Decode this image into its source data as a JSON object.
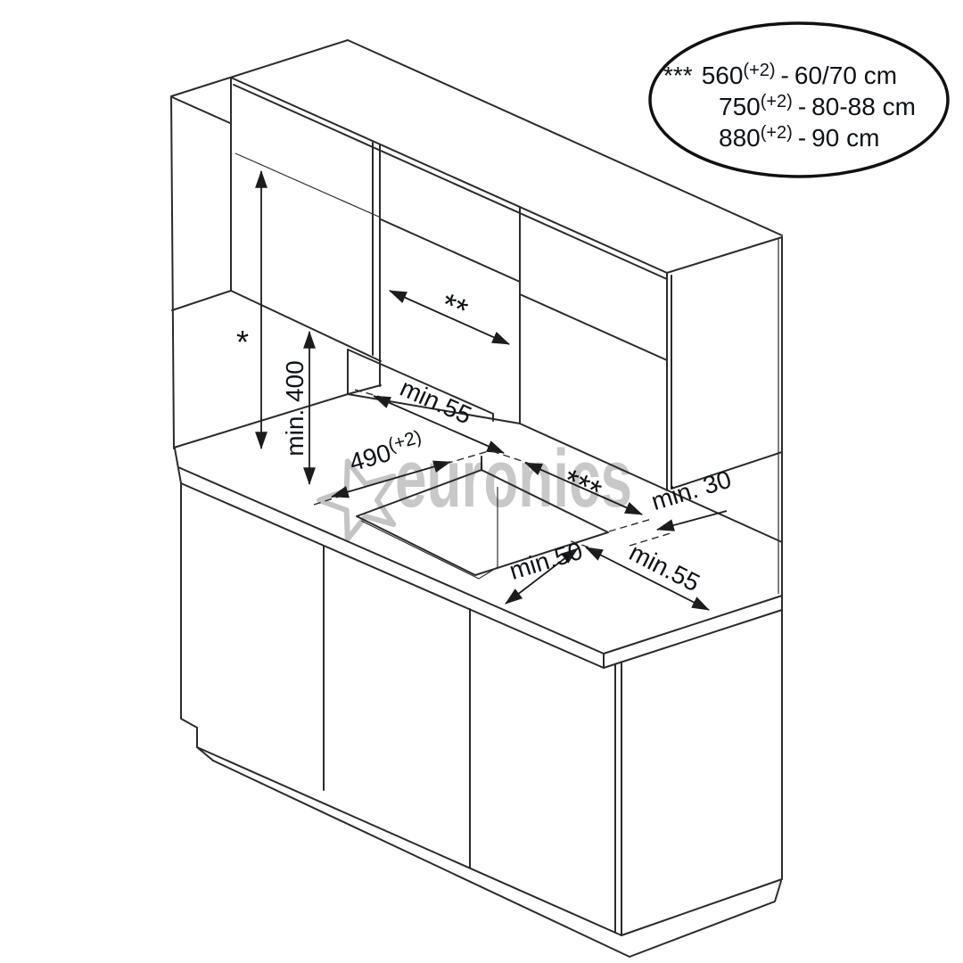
{
  "callout": {
    "lines": [
      {
        "stars": "***",
        "num": "560",
        "sup": "(+2)",
        "sep": "-",
        "range": "60/70 cm"
      },
      {
        "stars": "",
        "num": "750",
        "sup": "(+2)",
        "sep": "-",
        "range": "80-88 cm"
      },
      {
        "stars": "",
        "num": "880",
        "sup": "(+2)",
        "sep": "-",
        "range": "90 cm"
      }
    ]
  },
  "dimensions": {
    "height_star": "*",
    "hood_width": "**",
    "cutout_width_stars": "***",
    "min_height_400": "min. 400",
    "back_clearance": "min.55",
    "cutout_depth": "490",
    "cutout_depth_sup": "(+2)",
    "right_gap": "min. 30",
    "front_clearance": "min.50",
    "side_clearance": "min.55"
  },
  "watermark": {
    "text": "euronics"
  },
  "colors": {
    "line": "#2b2b2b",
    "text": "#0e1217",
    "watermark": "#c8c8c8"
  }
}
